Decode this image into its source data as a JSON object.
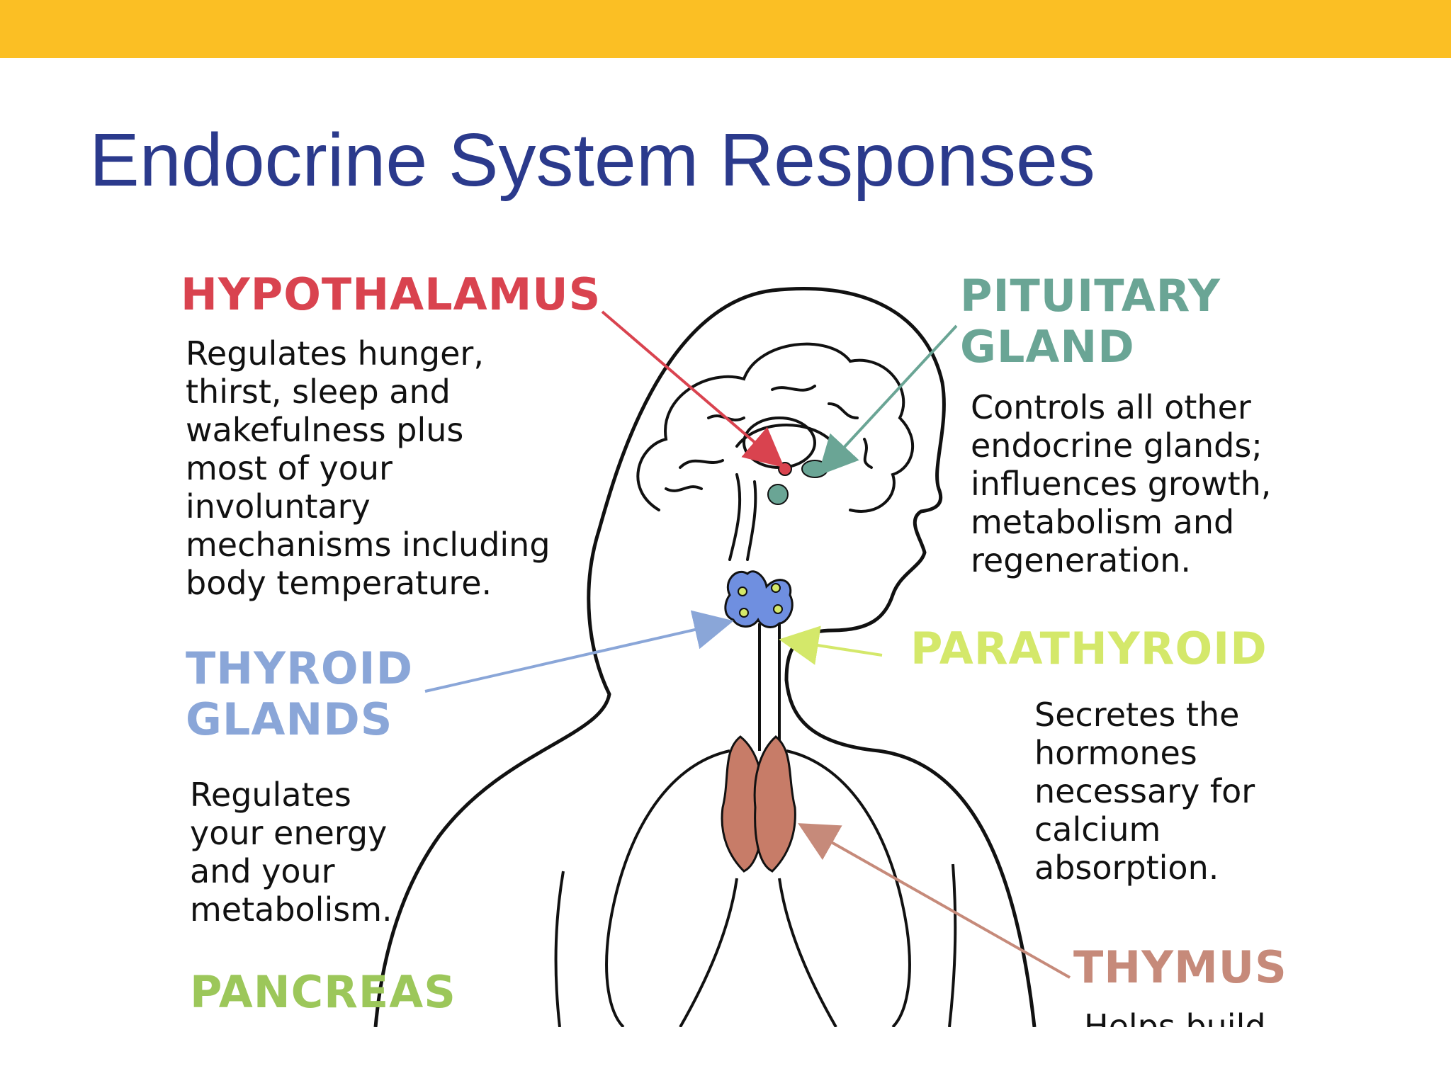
{
  "slide": {
    "title": "Endocrine System Responses",
    "colors": {
      "top_bar": "#fbbf24",
      "title": "#2b3a8c"
    }
  },
  "diagram": {
    "labels": {
      "hypothalamus": {
        "name": "HYPOTHALAMUS",
        "color": "#d9434f",
        "description": "Regulates hunger,\nthirst, sleep and\nwakefulness plus\nmost of your\ninvoluntary\nmechanisms including\nbody temperature."
      },
      "pituitary": {
        "name": "PITUITARY\nGLAND",
        "color": "#6aa595",
        "description": "Controls all other\nendocrine glands;\ninfluences growth,\nmetabolism and\nregeneration."
      },
      "thyroid": {
        "name": "THYROID\nGLANDS",
        "color": "#8aa6d8",
        "description": "Regulates\nyour energy\nand your\nmetabolism."
      },
      "parathyroid": {
        "name": "PARATHYROID",
        "color": "#d4e86a",
        "description": "Secretes the\n hormones\n necessary for\n  calcium\n   absorption."
      },
      "thymus": {
        "name": "THYMUS",
        "color": "#c68a7a",
        "description": "Helps build"
      },
      "pancreas": {
        "name": "PANCREAS",
        "color": "#9cc75a"
      }
    },
    "organ_colors": {
      "thyroid_fill": "#6f8fe0",
      "thymus_fill": "#c77c68",
      "pituitary_fill": "#6aa595",
      "hypothalamus_fill": "#d9434f",
      "parathyroid_fill": "#d4e86a"
    }
  }
}
